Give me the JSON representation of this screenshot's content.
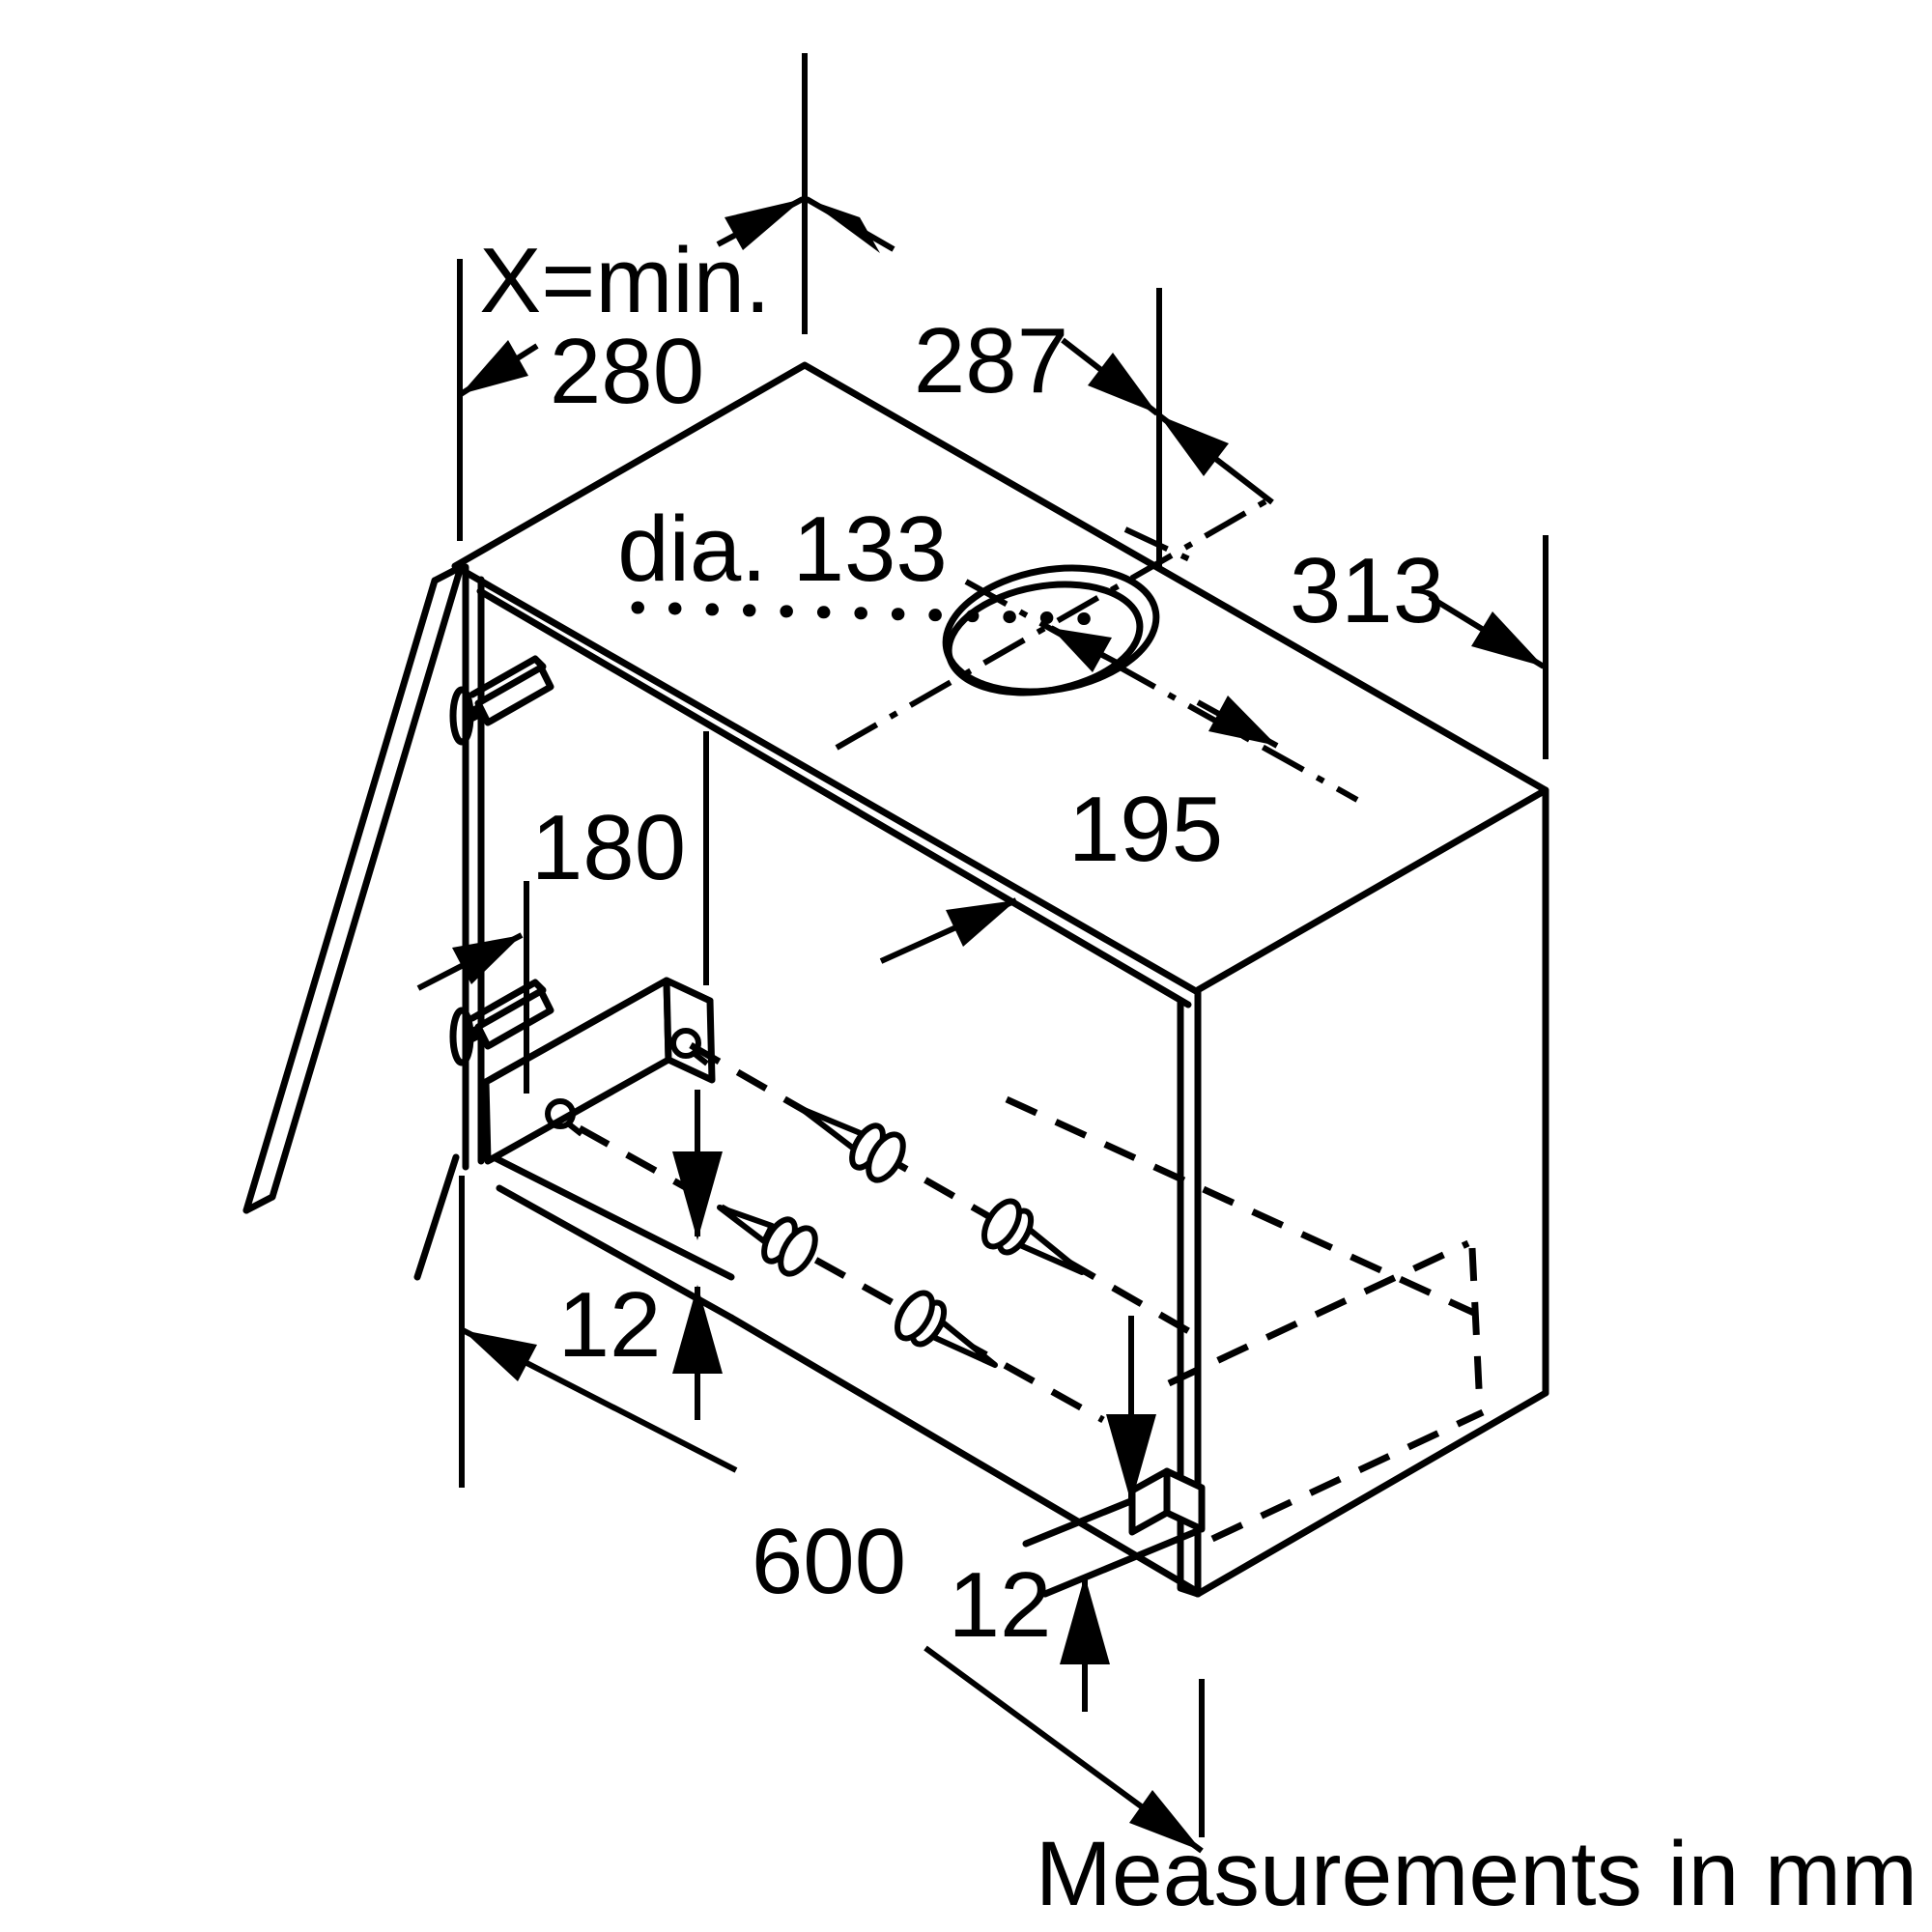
{
  "diagram": {
    "type": "appliance-installation-drawing",
    "units_note": "Measurements in mm",
    "labels": {
      "min_clearance_prefix": "X=min.",
      "min_clearance_value": "280",
      "hole_offset_left": "287",
      "hole_offset_right": "313",
      "hole_diameter": "dia. 133",
      "hole_center_depth": "195",
      "fixing_offset": "180",
      "side_recess": "12",
      "cabinet_width": "600",
      "bottom_recess": "12"
    },
    "colors": {
      "line": "#000000",
      "background": "#ffffff"
    }
  }
}
